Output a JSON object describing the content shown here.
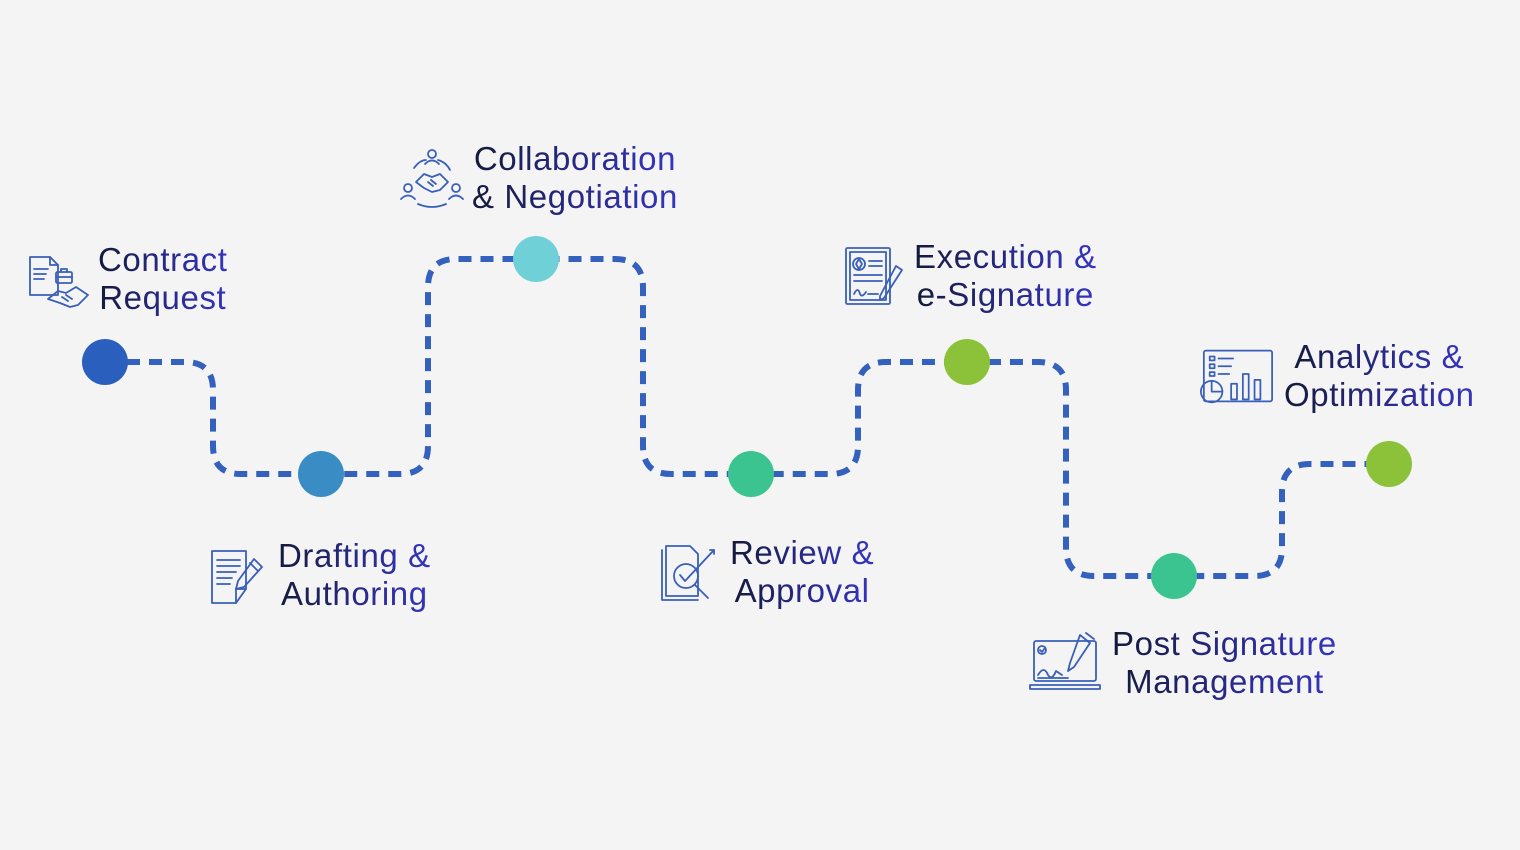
{
  "colors": {
    "path": "#3361bd",
    "background": "#f4f4f4",
    "icon": "#3a5fb8",
    "text_start": "#141a3a",
    "text_end": "#3535c0"
  },
  "stages": [
    {
      "id": "contract-request",
      "line1": "Contract",
      "line2": "Request",
      "dot_color": "#2b5fbd",
      "icon": "document-briefcase-handshake-icon"
    },
    {
      "id": "drafting-authoring",
      "line1": "Drafting &",
      "line2": "Authoring",
      "dot_color": "#3a8cc4",
      "icon": "document-pencil-icon"
    },
    {
      "id": "collaboration-negotiation",
      "line1": "Collaboration",
      "line2": "& Negotiation",
      "dot_color": "#6fd0d8",
      "icon": "team-handshake-icon"
    },
    {
      "id": "review-approval",
      "line1": "Review &",
      "line2": "Approval",
      "dot_color": "#3cc490",
      "icon": "document-magnifier-check-icon"
    },
    {
      "id": "execution-esignature",
      "line1": "Execution &",
      "line2": "e-Signature",
      "dot_color": "#8cc23a",
      "icon": "signed-certificate-pen-icon"
    },
    {
      "id": "post-signature-management",
      "line1": "Post Signature",
      "line2": "Management",
      "dot_color": "#3cc490",
      "icon": "laptop-signature-icon"
    },
    {
      "id": "analytics-optimization",
      "line1": "Analytics &",
      "line2": "Optimization",
      "dot_color": "#8cc23a",
      "icon": "dashboard-chart-icon"
    }
  ]
}
